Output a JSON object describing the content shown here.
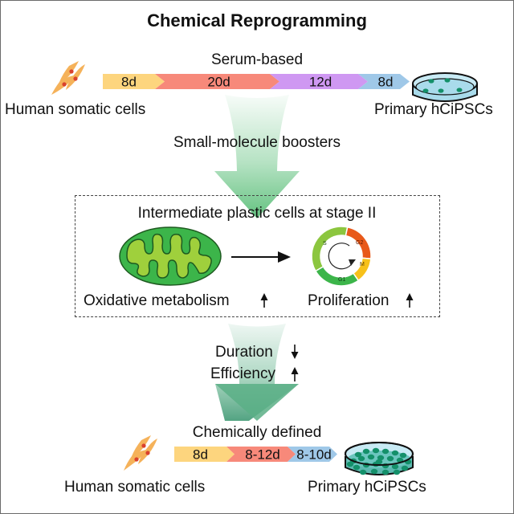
{
  "title": "Chemical Reprogramming",
  "top_pathway": {
    "label": "Serum-based",
    "start_label": "Human somatic cells",
    "end_label": "Primary hCiPSCs",
    "stages": [
      {
        "duration": "8d",
        "color": "#fdd57e"
      },
      {
        "duration": "20d",
        "color": "#f7897a"
      },
      {
        "duration": "12d",
        "color": "#cf98f2"
      },
      {
        "duration": "8d",
        "color": "#9fc8e8"
      }
    ]
  },
  "booster_label": "Small-molecule boosters",
  "intermediate": {
    "title": "Intermediate plastic cells at stage II",
    "left_label": "Oxidative metabolism",
    "right_label": "Proliferation",
    "left_trend": "up",
    "right_trend": "up",
    "cell_cycle_phases": [
      {
        "name": "S",
        "color": "#8cc63f"
      },
      {
        "name": "G2",
        "color": "#e8591a"
      },
      {
        "name": "M",
        "color": "#f7c11a"
      },
      {
        "name": "G1",
        "color": "#3cb54a"
      }
    ]
  },
  "outcomes": [
    {
      "label": "Duration",
      "trend": "down"
    },
    {
      "label": "Efficiency",
      "trend": "up"
    }
  ],
  "bottom_pathway": {
    "label": "Chemically defined",
    "start_label": "Human somatic cells",
    "end_label": "Primary hCiPSCs",
    "stages": [
      {
        "duration": "8d",
        "color": "#fdd57e"
      },
      {
        "duration": "8-12d",
        "color": "#f7897a"
      },
      {
        "duration": "8-10d",
        "color": "#9fc8e8"
      }
    ]
  },
  "colors": {
    "arrow_green": "#5cbf7a",
    "cell_orange": "#f5b25a",
    "nucleus_red": "#d9412e",
    "dish_blue": "#a9dbeb",
    "colony_green": "#14906a",
    "mito_outer": "#3cb54a",
    "mito_inner": "#9fd03c"
  }
}
